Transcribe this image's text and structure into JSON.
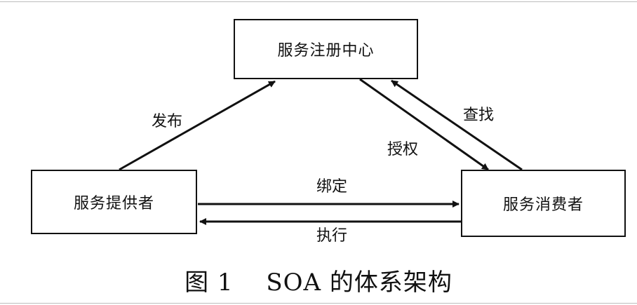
{
  "nodes": {
    "registry": "服务注册中心",
    "provider": "服务提供者",
    "consumer": "服务消费者"
  },
  "edges": {
    "publish": "发布",
    "find": "查找",
    "authorize": "授权",
    "bind": "绑定",
    "execute": "执行"
  },
  "caption": "图 1　 SOA 的体系架构",
  "colors": {
    "line": "#111111",
    "background": "#ffffff"
  }
}
